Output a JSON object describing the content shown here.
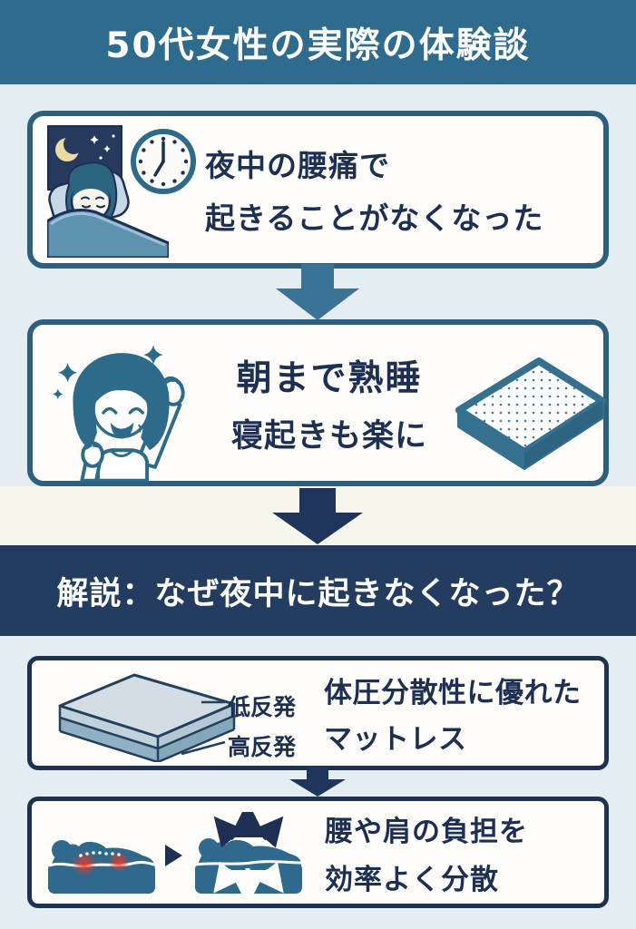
{
  "header": {
    "title": "50代女性の実際の体験談"
  },
  "cards": {
    "night": {
      "line1": "夜中の腰痛で",
      "line2": "起きることがなくなった"
    },
    "morning": {
      "line1": "朝まで熟睡",
      "line2": "寝起きも楽に"
    },
    "mattress": {
      "label_top": "低反発",
      "label_bottom": "高反発",
      "line1": "体圧分散性に優れた",
      "line2": "マットレス"
    },
    "dispersion": {
      "line1": "腰や肩の負担を",
      "line2": "効率よく分散"
    }
  },
  "banner": {
    "title": "解説：なぜ夜中に起きなくなった？"
  },
  "colors": {
    "header_teal": "#2f6b8c",
    "card_border_teal": "#2d5f7e",
    "card_border_navy": "#1e3150",
    "text_navy": "#1d3054",
    "banner_navy": "#233c5f",
    "arrow_teal": "#3a7396",
    "cream_band": "#f8f5ed",
    "page_bg": "#e4edf2",
    "pressure_red": "#e23a2a",
    "moon_cream": "#ecd9a4"
  }
}
